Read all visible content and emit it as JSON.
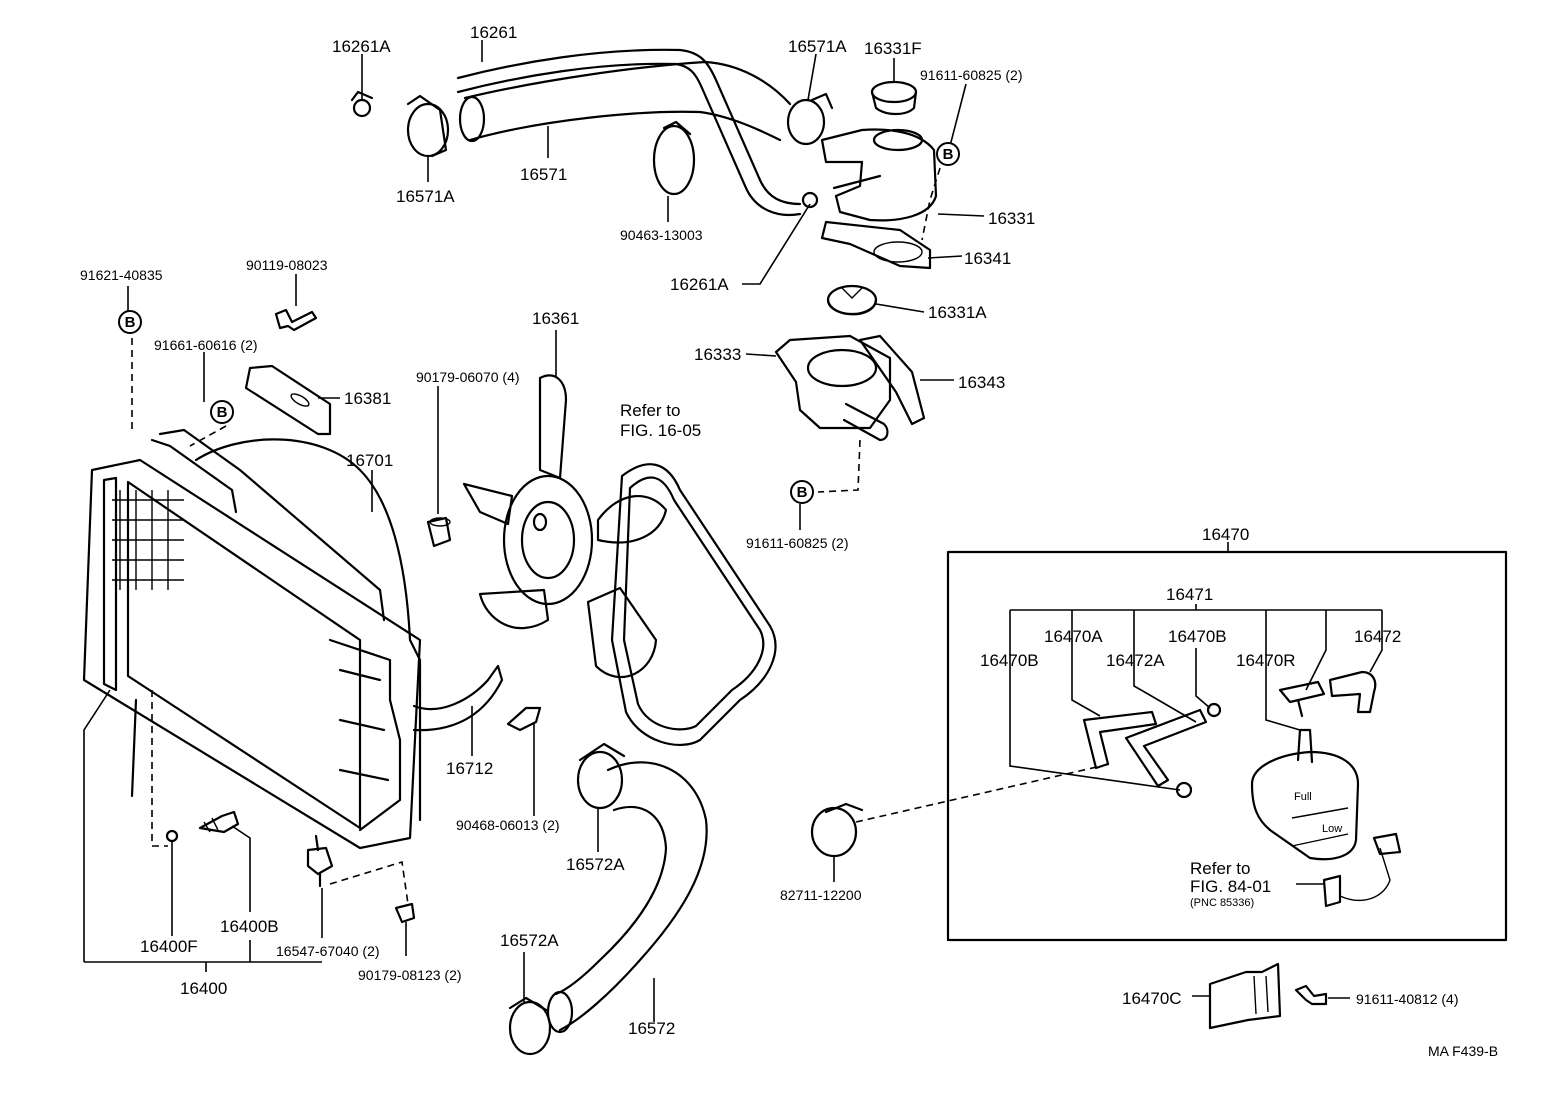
{
  "figure_code": "MA  F439-B",
  "bolt_marker": "B",
  "labels": {
    "p16261": "16261",
    "p16261A_top": "16261A",
    "p16261A_mid": "16261A",
    "p16571A_left": "16571A",
    "p16571A_right": "16571A",
    "p16571": "16571",
    "p90463": "90463-13003",
    "p16331F": "16331F",
    "p91611_top": "91611-60825 (2)",
    "p16331": "16331",
    "p16341": "16341",
    "p16331A": "16331A",
    "p16333": "16333",
    "p16343": "16343",
    "p91611_bottom": "91611-60825 (2)",
    "p91621": "91621-40835",
    "p90119": "90119-08023",
    "p91661": "91661-60616 (2)",
    "p16381": "16381",
    "p90179_06070": "90179-06070 (4)",
    "p16361": "16361",
    "refer_top_1": "Refer to",
    "refer_top_2": "FIG. 16-05",
    "p16701": "16701",
    "p16712": "16712",
    "p90468": "90468-06013 (2)",
    "p16572A_mid": "16572A",
    "p16572A_low": "16572A",
    "p16572": "16572",
    "p16400F": "16400F",
    "p16400B": "16400B",
    "p16400": "16400",
    "p16547": "16547-67040 (2)",
    "p90179_08123": "90179-08123 (2)",
    "p82711": "82711-12200",
    "p16470": "16470",
    "p16471": "16471",
    "p16470A": "16470A",
    "p16470B_left": "16470B",
    "p16470B_right": "16470B",
    "p16472A": "16472A",
    "p16470R": "16470R",
    "p16472": "16472",
    "refer_bot_1": "Refer to",
    "refer_bot_2": "FIG. 84-01",
    "refer_bot_3": "(PNC 85336)",
    "p16470C": "16470C",
    "p91611_40812": "91611-40812 (4)",
    "tank_full": "Full",
    "tank_low": "Low"
  }
}
